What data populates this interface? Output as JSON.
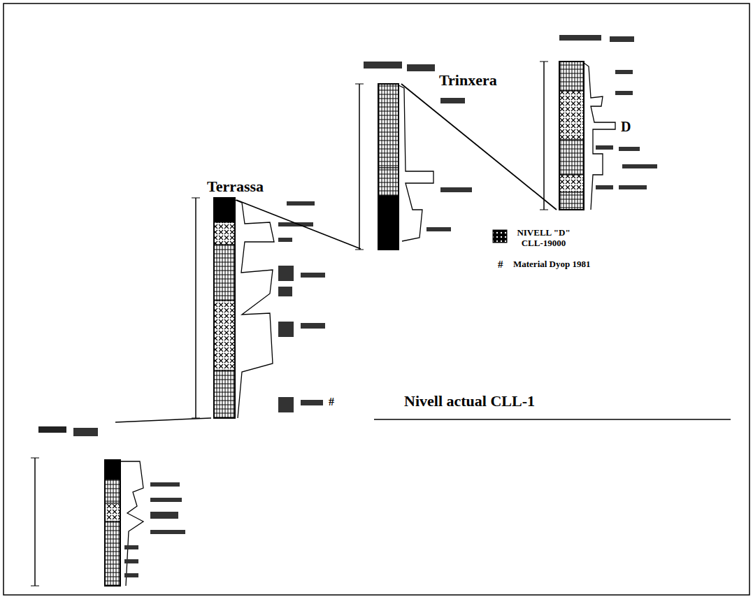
{
  "diagram": {
    "labels": [
      "Terrassa",
      "Trinxera",
      "D",
      "#",
      "Nivell actual CLL-1",
      "#"
    ],
    "legend": [
      {
        "text": "NIVELL \"D\" CLL-19000"
      },
      {
        "text": "Material Dyop 1981"
      }
    ]
  }
}
